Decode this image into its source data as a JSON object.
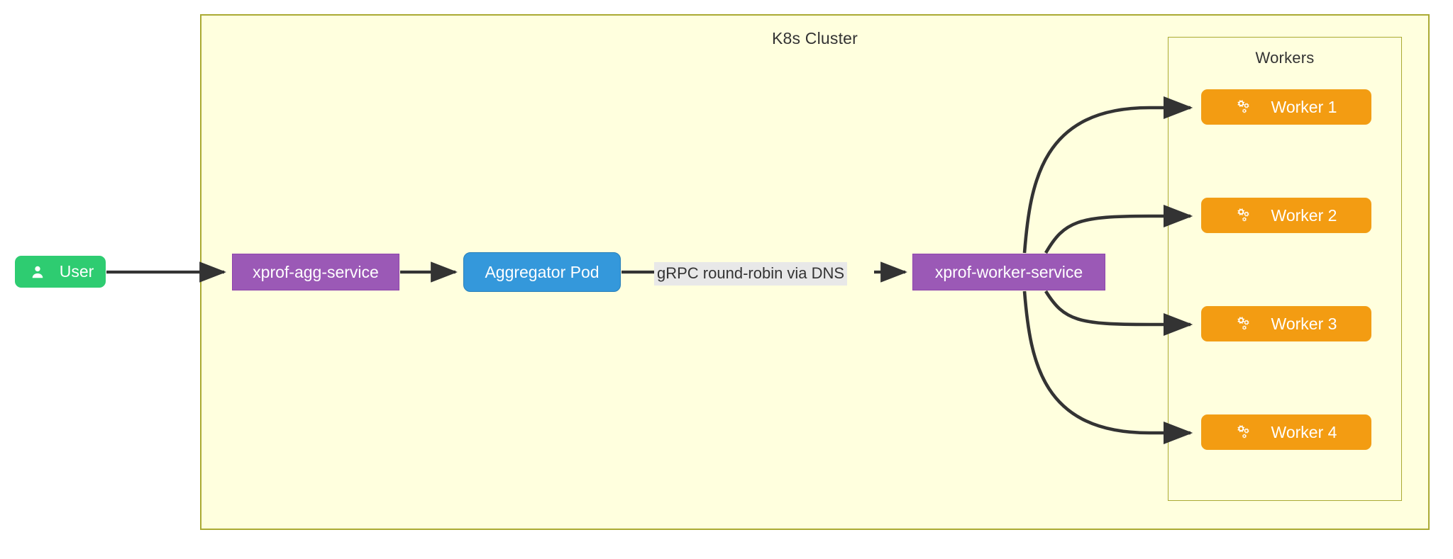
{
  "diagram": {
    "title": "K8s Cluster",
    "type": "flowchart",
    "direction": "left-to-right"
  },
  "clusters": [
    {
      "id": "k8s",
      "label": "K8s Cluster",
      "fill": "#ffffde",
      "border": "#aaaa33"
    },
    {
      "id": "workers",
      "label": "Workers",
      "fill": "#ffffde",
      "border": "#aaaa33"
    }
  ],
  "nodes": {
    "user": {
      "label": "User",
      "icon": "user-icon",
      "color": "#2ecc71",
      "shape": "rounded"
    },
    "agg_service": {
      "label": "xprof-agg-service",
      "color": "#9b59b6",
      "shape": "rect"
    },
    "aggregator_pod": {
      "label": "Aggregator Pod",
      "color": "#3498db",
      "shape": "rounded"
    },
    "worker_service": {
      "label": "xprof-worker-service",
      "color": "#9b59b6",
      "shape": "rect"
    },
    "workers": [
      {
        "label": "Worker 1",
        "icon": "cogs-icon",
        "color": "#f39c12",
        "shape": "rounded"
      },
      {
        "label": "Worker 2",
        "icon": "cogs-icon",
        "color": "#f39c12",
        "shape": "rounded"
      },
      {
        "label": "Worker 3",
        "icon": "cogs-icon",
        "color": "#f39c12",
        "shape": "rounded"
      },
      {
        "label": "Worker 4",
        "icon": "cogs-icon",
        "color": "#f39c12",
        "shape": "rounded"
      }
    ]
  },
  "edges": [
    {
      "from": "user",
      "to": "agg_service",
      "label": ""
    },
    {
      "from": "agg_service",
      "to": "aggregator_pod",
      "label": ""
    },
    {
      "from": "aggregator_pod",
      "to": "worker_service",
      "label": "gRPC round-robin via DNS"
    },
    {
      "from": "worker_service",
      "to": "worker_1",
      "label": ""
    },
    {
      "from": "worker_service",
      "to": "worker_2",
      "label": ""
    },
    {
      "from": "worker_service",
      "to": "worker_3",
      "label": ""
    },
    {
      "from": "worker_service",
      "to": "worker_4",
      "label": ""
    }
  ],
  "edge_labels": {
    "grpc": "gRPC round-robin via DNS"
  },
  "colors": {
    "edge_stroke": "#333333",
    "cluster_fill": "#ffffde",
    "cluster_border": "#aaaa33",
    "label_background": "#e8e8e8",
    "canvas": "#ffffff"
  }
}
